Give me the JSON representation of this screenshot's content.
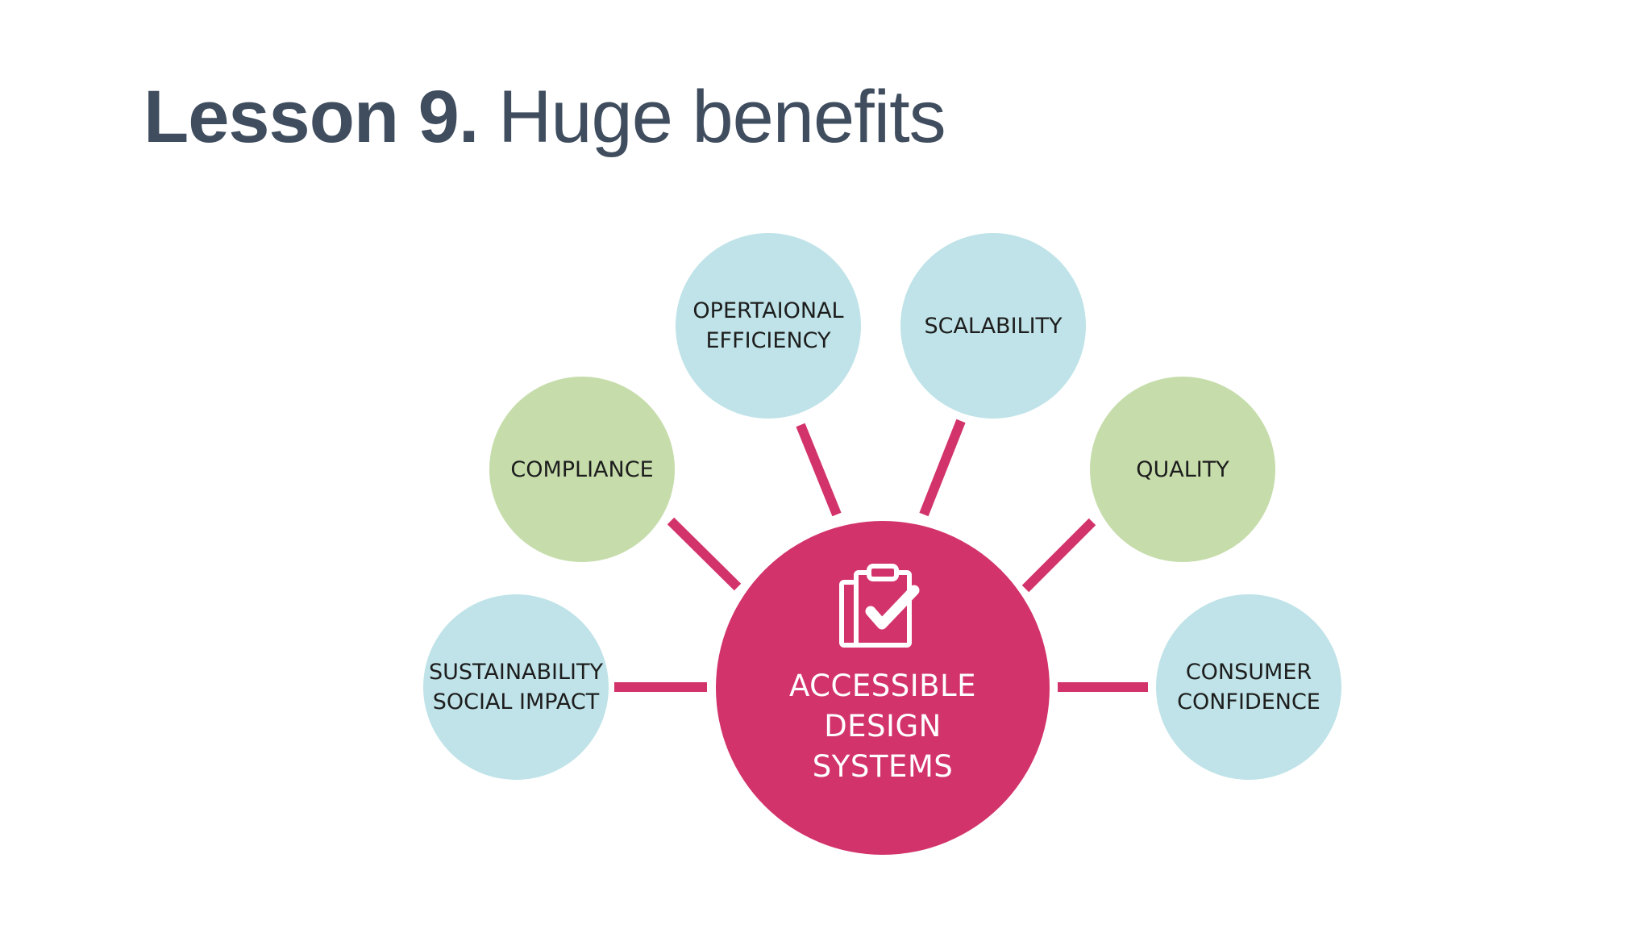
{
  "slide": {
    "title_bold": "Lesson 9.",
    "title_rest": "Huge benefits"
  },
  "diagram": {
    "center": {
      "label": "ACCESSIBLE\nDESIGN\nSYSTEMS",
      "icon": "clipboard-check-icon"
    },
    "nodes": [
      {
        "label": "SUSTAINABILITY\nSOCIAL IMPACT",
        "color": "#bfe3e8"
      },
      {
        "label": "COMPLIANCE",
        "color": "#c6ddab"
      },
      {
        "label": "OPERTAIONAL\nEFFICIENCY",
        "color": "#bfe3e8"
      },
      {
        "label": "SCALABILITY",
        "color": "#bfe3e8"
      },
      {
        "label": "QUALITY",
        "color": "#c6ddab"
      },
      {
        "label": "CONSUMER\nCONFIDENCE",
        "color": "#bfe3e8"
      }
    ],
    "colors": {
      "center": "#d3336b",
      "connector": "#d3336b",
      "title": "#3f4d5e"
    }
  }
}
